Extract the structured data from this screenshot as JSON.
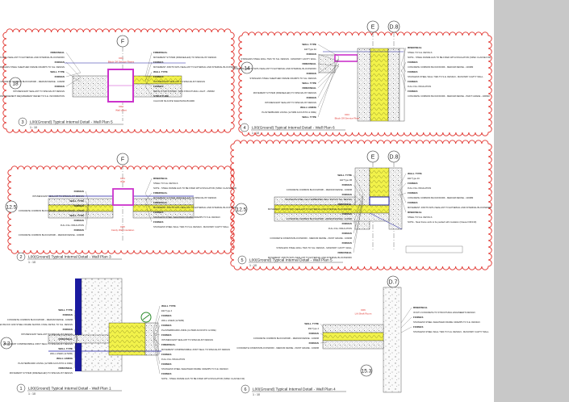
{
  "sheet": {
    "details": [
      {
        "number": "3",
        "title": "L00(Ground) Typical Internal Detail - Wall Plan 5",
        "scale": "1 : 10",
        "grid": [
          "F"
        ],
        "tag": "18",
        "revised": true,
        "red_notes": [
          "D01",
          "Block Off Service Risers",
          "D02",
          "Wall offset"
        ],
        "notes_left": [
          "FIREDSEAL",
          "MOVEMENT JOINTS WITH SEALANT TO EXTERNAL AND INTERNAL BLOCKWORK",
          "FIXINGS",
          "STAINLESS STEEL SHEATHED FRAME CRAMPS TO S.E. DESIGN",
          "WALL TYPE",
          "FIXINGS",
          "CONCRETE COMMON BLOCKWORK - MEDIUM DENSE - 100MM",
          "FIXINGS",
          "INTUMESCENT SEALANT TO SPECIALIST DESIGN",
          "NOTE - FOR ADJ JOINT REINFORCEMENT REQUIREMENT REFER TO S.E. INFORMATION"
        ],
        "notes_right": [
          "FIREDSEAL",
          "MOVEMENT SYSTEM (FIRESEALED) TO SPECIALIST DESIGN",
          "FIXINGS",
          "MOVEMENT JOINTS WITH SEALANT TO EXTERNAL AND INTERNAL BLOCKWORK",
          "WALL TYPE",
          "FIXINGS",
          "INTUMESCENT SEALANT TO SPECIALIST DESIGN",
          "FIXINGS",
          "METAL STUD SYSTEM - NON STRUCTURAL LIGHT - 150MM",
          "STRUCTURE",
          "CALCIUM SILICATE SHEATHING BOARD"
        ]
      },
      {
        "number": "4",
        "title": "L00(Ground) Typical Internal Detail - Wall Plan 6",
        "scale": "1 : 10",
        "grid": [
          "E",
          "D.8"
        ],
        "tag": "14",
        "revised": true,
        "red_notes": [
          "D03",
          "Block Off Service Riser"
        ],
        "notes_left": [
          "WALL TYPE",
          "EW Type 4A",
          "FIXINGS",
          "STAINLESS STEEL WALL TIES TO S.E. DESIGN - MASONRY CAVITY WALL",
          "FIREDSEAL",
          "MOVEMENT JOINTS WITH SEALANT TO EXTERNAL AND INTERNAL BLOCKWORK",
          "FIXINGS",
          "STAINLESS STEEL SHEATHED FRAME CRAMPS TO S.E. DESIGN",
          "WALL TYPE",
          "FIREDSEAL",
          "MOVEMENT SYSTEM (FIRESEALED) TO SPECIALIST DESIGN",
          "FIXINGS",
          "INTUMESCENT SEALANT TO SPECIALIST DESIGN",
          "WALL LINING",
          "PLASTERBOARD LINING (12.5MM ACOUSTIC & FIRE)",
          "WALL TYPE"
        ],
        "notes_right": [
          "RISEDSEAL",
          "STEEL TO S.E. DETAILS",
          "NOTE - STEEL FRAME HAS TO BE FIXED WITH INSULATION (SPEC CLAUSE F30)",
          "FIXINGS",
          "CONCRETE COMMON BLOCKWORK - MEDIUM DENSE - 100MM",
          "FIXINGS",
          "STAINLESS STEEL WALL TIES TO S.E. DESIGN - MASONRY CAVITY WALL",
          "FIXINGS",
          "FULL FILL INSULATION",
          "FIXINGS",
          "CONCRETE COMMON BLOCKWORK - MEDIUM DENSE - PAINT GRADE - 100MM"
        ]
      },
      {
        "number": "2",
        "title": "L00(Ground) Typical Internal Detail - Wall Plan 3",
        "scale": "1 : 10",
        "grid": [
          "F"
        ],
        "tag": "12.5",
        "revised": true,
        "red_notes": [
          "D04",
          "Wall",
          "D05",
          "Cavity Wall Insulation"
        ],
        "notes_left": [
          "FIXINGS",
          "INTUMESCENT SEALANT TO SPECIALIST DESIGN",
          "WALL TYPE",
          "FIXINGS",
          "CONCRETE COMMON BLOCKWORK - MEDIUM DENSE - 100MM",
          "WALL TYPE",
          "FIXINGS",
          "FULL FILL INSULATION",
          "FIXINGS",
          "CONCRETE COMMON BLOCKWORK - MEDIUM DENSE - 100MM"
        ],
        "notes_right": [
          "RISEDSEAL",
          "STEEL TO S.E. DETAILS",
          "NOTE - STEEL FRAME HAS TO BE FIXED WITH INSULATION (SPEC CLAUSE F30)",
          "FIREDSEAL",
          "MOVEMENT SYSTEM (FIRESEALED) TO SPECIALIST DESIGN",
          "FIREDSEAL",
          "MOVEMENT JOINTS WITH SEALANT TO EXTERNAL AND INTERNAL BLOCKWORK",
          "FIXINGS",
          "STAINLESS STEEL SHEATHED FRAME CRAMPS TO S.E. DESIGN",
          "FIXINGS",
          "STAINLESS STEEL WALL TIES TO S.E. DESIGN - MASONRY CAVITY WALL"
        ]
      },
      {
        "number": "5",
        "title": "L00(Ground) Typical Internal Detail - Wall Plan 5",
        "scale": "1 : 10",
        "grid": [
          "E",
          "D.8"
        ],
        "tag": "12.5",
        "revised": true,
        "red_notes": [],
        "notes_left": [
          "WALL TYPE",
          "EW Type 4B",
          "FIXINGS",
          "CONCRETE COMMON BLOCKWORK - MEDIUM DENSE - 100MM",
          "FIXINGS",
          "STAINLESS STEEL HALF EMBEDDED WALL TIES TO S.E. DESIGN",
          "FIREDSEAL",
          "MOVEMENT JOINTS WITH SEALANT TO EXTERNAL AND INTERNAL BLOCKWORK",
          "FIXINGS",
          "CONCRETE COMMON BLOCKWORK - MEDIUM DENSE - 100MM",
          "FIXINGS",
          "FULL FILL INSULATION",
          "FIXINGS",
          "CONCRETE COMMON BLOCKWORK - MEDIUM DENSE - PAINT GRADE - 100MM",
          "FIXINGS",
          "STAINLESS STEEL WALL TIES TO S.E. DESIGN - MASONRY CAVITY WALL",
          "FIREDSEAL",
          "MOVEMENT JOINTS WITH SEALANT TO EXTERNAL AND INTERNAL BLOCKWORK"
        ],
        "notes_right": [
          "WALL TYPE",
          "EW Type 4C",
          "FIXINGS",
          "FULL FILL INSULATION",
          "FIXINGS",
          "CONCRETE COMMON BLOCKWORK - MEDIUM DENSE - 100MM",
          "FIXINGS",
          "MOVEMENT JOINTS WITH SEALANT TO EXTERNAL AND INTERNAL BLOCKWORK",
          "RISEDSEAL",
          "STEEL TO S.E. DETAILS",
          "NOTE - Steel frame work to be packed with insulation (Clause F30/130)"
        ]
      },
      {
        "number": "1",
        "title": "L00(Ground) Typical Internal Detail - Wall Plan 1",
        "scale": "1 : 10",
        "grid": [],
        "tag": "3.2",
        "revised": false,
        "red_notes": [],
        "notes_left": [
          "WALL TYPE",
          "FIXINGS",
          "CONCRETE COMMON BLOCKWORK - MEDIUM DENSE - 100MM",
          "NOTE - INDICATIVE RE-CONNECTION BETWEEN BLOCK AND STEEL FRAME SHOWN. FINAL DETAIL TO S.E. DESIGN",
          "FIXINGS",
          "INTUMESCENT SEALANT TO SPECIALIST DESIGN",
          "FIREDSEAL",
          "MOVEMENT COMPRESSIBLE JOINT SEAL TO SPECIALIST DESIGN",
          "WALL TYPE",
          "WALL LINER (12.5MM)",
          "WALL LINING",
          "PLASTERBOARD LINING (12.5MM ACOUSTIC & FIRE)",
          "FIREDSEAL",
          "MOVEMENT SYSTEM (FIRESEALED) TO SPECIALIST DESIGN"
        ],
        "notes_right": [
          "WALL TYPE",
          "EW Type 4",
          "FIXINGS",
          "WALL LINER (12.5MM)",
          "FIXINGS",
          "PLASTERBOARD LINING (12.5MM ACOUSTIC & FIRE)",
          "FIXINGS",
          "INTUMESCENT SEALANT TO SPECIALIST DESIGN",
          "FIREDSEAL",
          "MOVEMENT COMPRESSIBLE JOINT SEAL TO SPECIALIST DESIGN",
          "FIXINGS",
          "FULL FILL INSULATION",
          "FIXINGS",
          "STAINLESS STEEL SHEATHED FRAME CRAMPS TO S.E. DESIGN",
          "FIXINGS",
          "NOTE - STEEL FRAME HAS TO BE FIXED WITH INSULATION (SPEC CLAUSE F30)"
        ]
      },
      {
        "number": "6",
        "title": "L00(Ground) Typical Internal Detail - Wall Plan 4",
        "scale": "1 : 10",
        "grid": [
          "D.7"
        ],
        "tag": "15.3",
        "revised": false,
        "red_notes": [
          "D06",
          "Lift Shaft Room"
        ],
        "notes_left": [
          "WALL TYPE",
          "EW Type 4",
          "FIXINGS",
          "CONCRETE COMMON BLOCKWORK - MEDIUM DENSE - 100MM",
          "FIXINGS",
          "CONCRETE COMMON BLOCKWORK - MEDIUM DENSE - PAINT GRADE - 100MM"
        ],
        "notes_right": [
          "RISEDSEAL",
          "IN SITU CONCRETE TO STRUCTURAL ENGINEER'S DESIGN",
          "FIXINGS",
          "STAINLESS STEEL SHEATHED FRAME CRAMPS TO S.E. DESIGN",
          "FIXINGS",
          "STAINLESS STEEL WALL TIES TO S.E. DESIGN - MASONRY CAVITY WALL"
        ]
      }
    ]
  }
}
